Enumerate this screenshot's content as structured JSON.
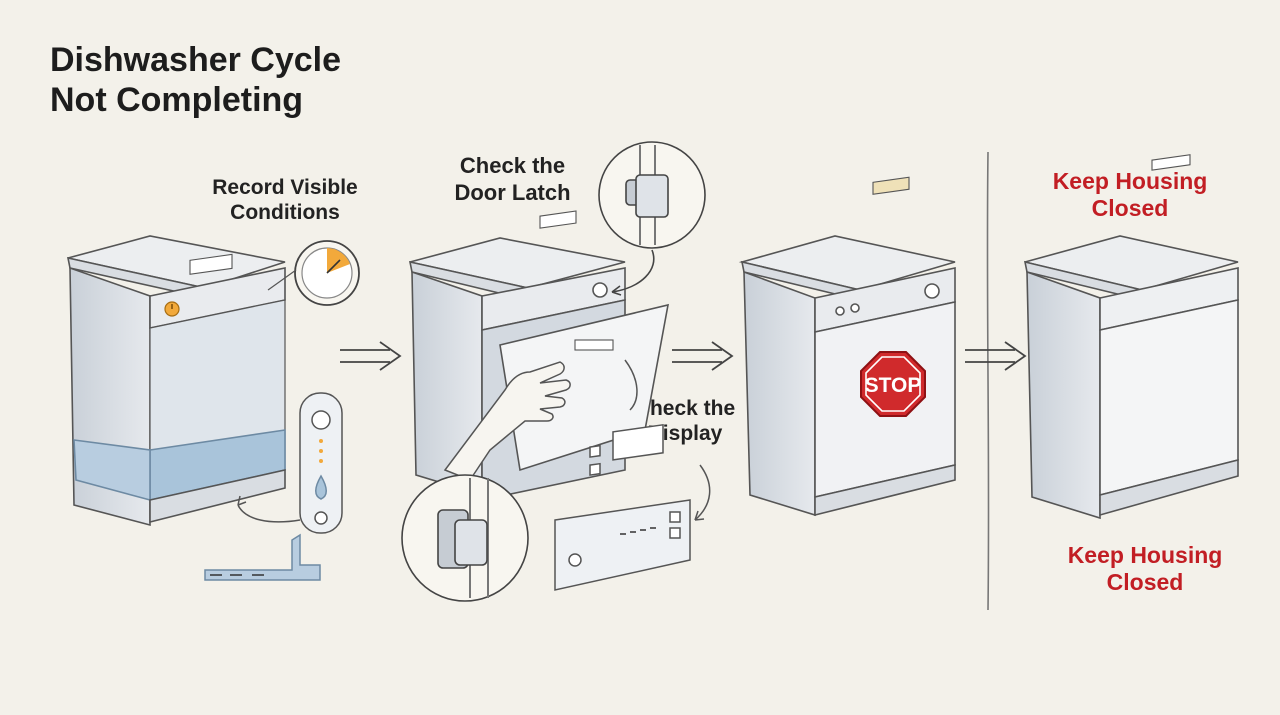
{
  "title": {
    "line1": "Dishwasher Cycle",
    "line2": "Not Completing"
  },
  "steps": [
    {
      "line1": "Record Visible",
      "line2": "Conditions"
    },
    {
      "line1": "Check the",
      "line2": "Door Latch"
    },
    {
      "line1": "Check the",
      "line2": "Display"
    }
  ],
  "stop_sign": "STOP",
  "warnings": [
    {
      "line1": "Keep Housing",
      "line2": "Closed"
    },
    {
      "line1": "Keep Housing",
      "line2": "Closed"
    }
  ],
  "colors": {
    "warning": "#c21e24",
    "stop_red": "#d02a2c",
    "water": "#a9c4da",
    "timer_accent": "#f2a93b"
  }
}
